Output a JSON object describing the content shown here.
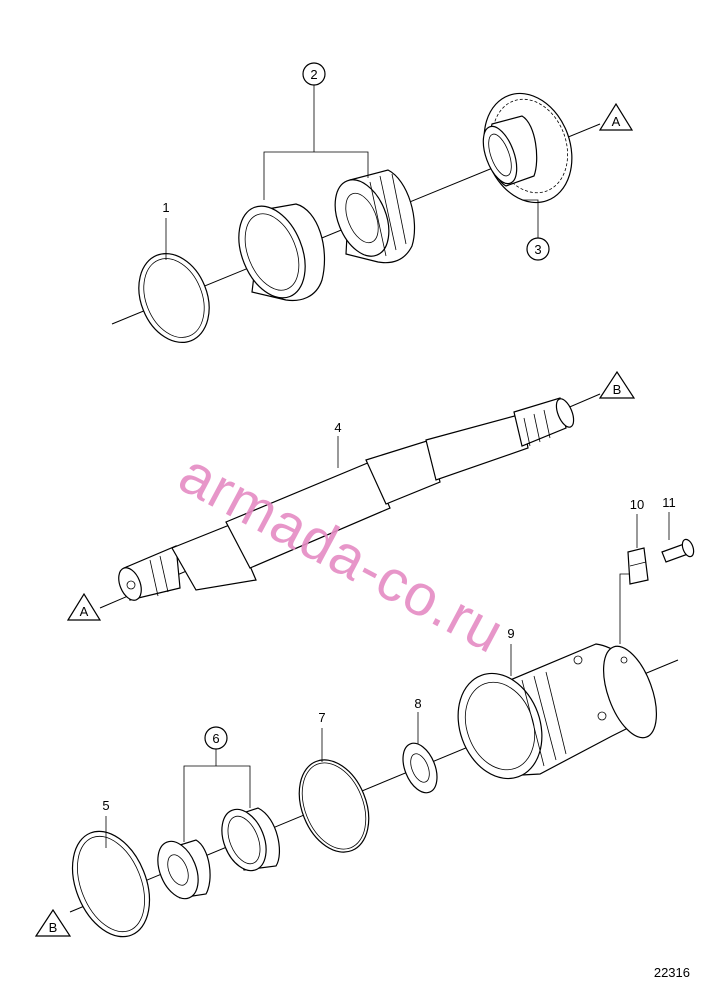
{
  "callouts": {
    "c1": "1",
    "c2": "2",
    "c3": "3",
    "c4": "4",
    "c5": "5",
    "c6": "6",
    "c7": "7",
    "c8": "8",
    "c9": "9",
    "c10": "10",
    "c11": "11"
  },
  "references": {
    "top_right": "A",
    "middle_left": "A",
    "middle_right": "B",
    "bottom_left": "B"
  },
  "watermark": "armada-co.ru",
  "drawing_number": "22316"
}
